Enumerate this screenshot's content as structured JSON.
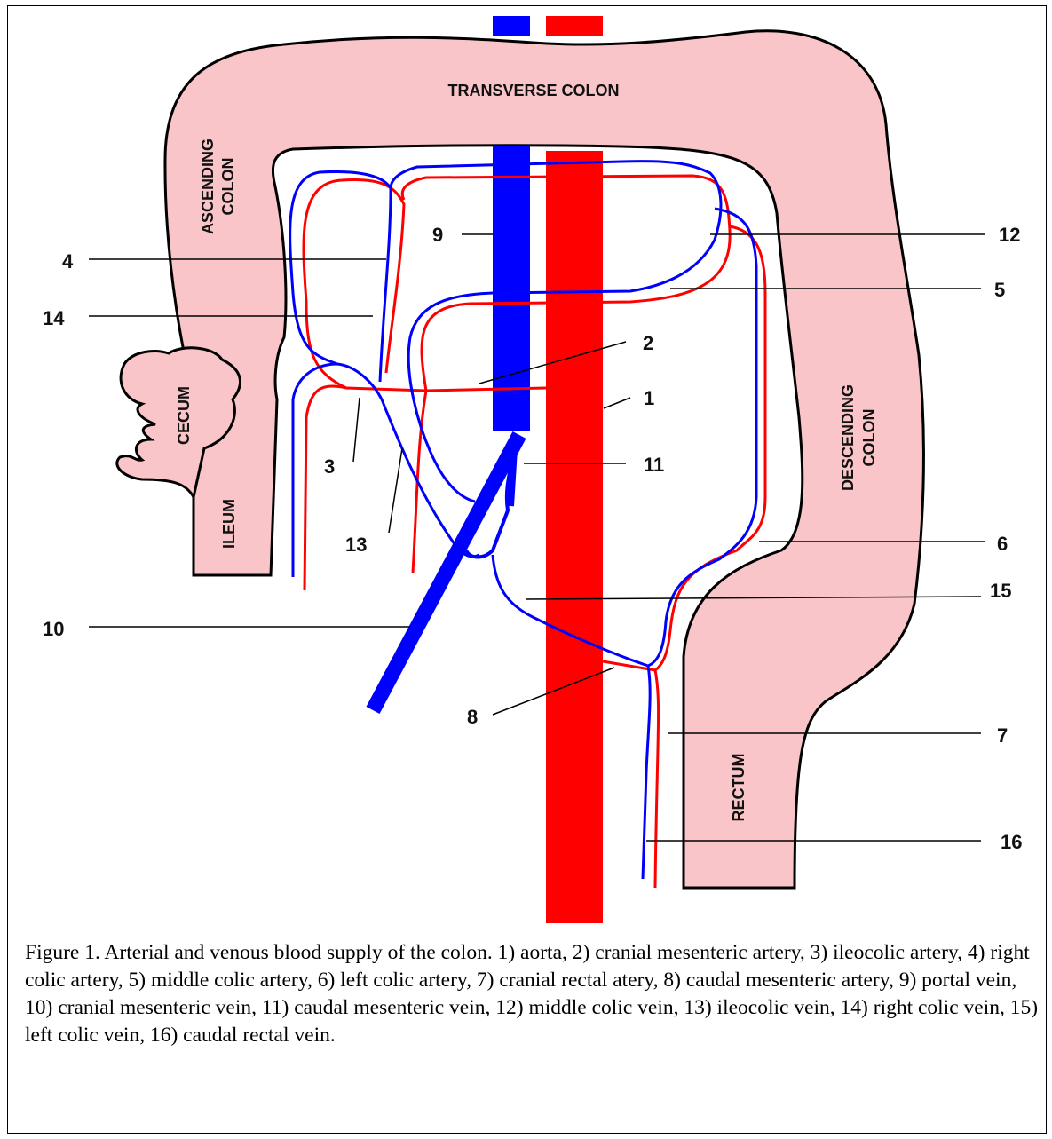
{
  "organs": {
    "transverse": "TRANSVERSE COLON",
    "ascending_1": "ASCENDING",
    "ascending_2": "COLON",
    "descending_1": "DESCENDING",
    "descending_2": "COLON",
    "cecum": "CECUM",
    "ileum": "ILEUM",
    "rectum": "RECTUM"
  },
  "numbers": {
    "n1": "1",
    "n2": "2",
    "n3": "3",
    "n4": "4",
    "n5": "5",
    "n6": "6",
    "n7": "7",
    "n8": "8",
    "n9": "9",
    "n10": "10",
    "n11": "11",
    "n12": "12",
    "n13": "13",
    "n14": "14",
    "n15": "15",
    "n16": "16"
  },
  "caption": "Figure 1.  Arterial and venous blood supply of the colon.  1) aorta, 2) cranial mesenteric artery, 3) ileocolic artery, 4) right colic artery, 5) middle colic artery, 6) left colic artery, 7) cranial rectal atery, 8) caudal mesenteric artery, 9) portal vein, 10) cranial mesenteric vein, 11) caudal mesenteric vein, 12) middle colic vein, 13) ileocolic vein, 14) right colic vein, 15) left colic vein, 16) caudal rectal vein.",
  "colors": {
    "organ_fill": "#f9c5c8",
    "artery": "#ff0000",
    "vein": "#0000ff",
    "outline": "#000000"
  }
}
